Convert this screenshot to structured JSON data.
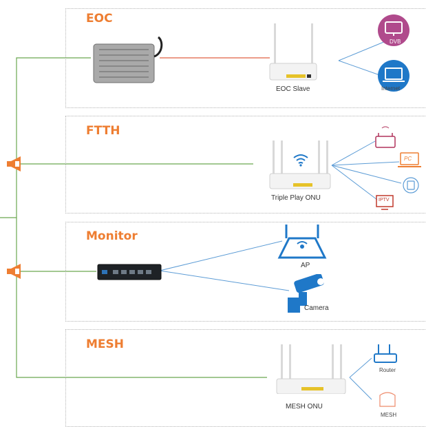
{
  "sections": [
    {
      "title": "EOC",
      "devices": [
        "EOC Slave"
      ],
      "endpoints": [
        "DVB",
        "Internet"
      ]
    },
    {
      "title": "FTTH",
      "devices": [
        "Triple Play ONU"
      ],
      "endpoints": [
        "PC",
        "IPTV"
      ]
    },
    {
      "title": "Monitor",
      "devices": [
        "AP",
        "Camera"
      ]
    },
    {
      "title": "MESH",
      "devices": [
        "MESH ONU"
      ],
      "endpoints": [
        "Router",
        "MESH"
      ]
    }
  ],
  "colors": {
    "accent": "#ee7e32",
    "trunk": "#6aa84f",
    "link": "#5b9bd5",
    "coax": "#e06040",
    "dvb": "#b04a8c"
  },
  "icons": [
    "splitter-icon",
    "router-icon",
    "wifi-icon",
    "monitor-icon",
    "laptop-icon",
    "phone-icon",
    "tv-icon",
    "ap-icon",
    "camera-icon",
    "switch-icon"
  ]
}
